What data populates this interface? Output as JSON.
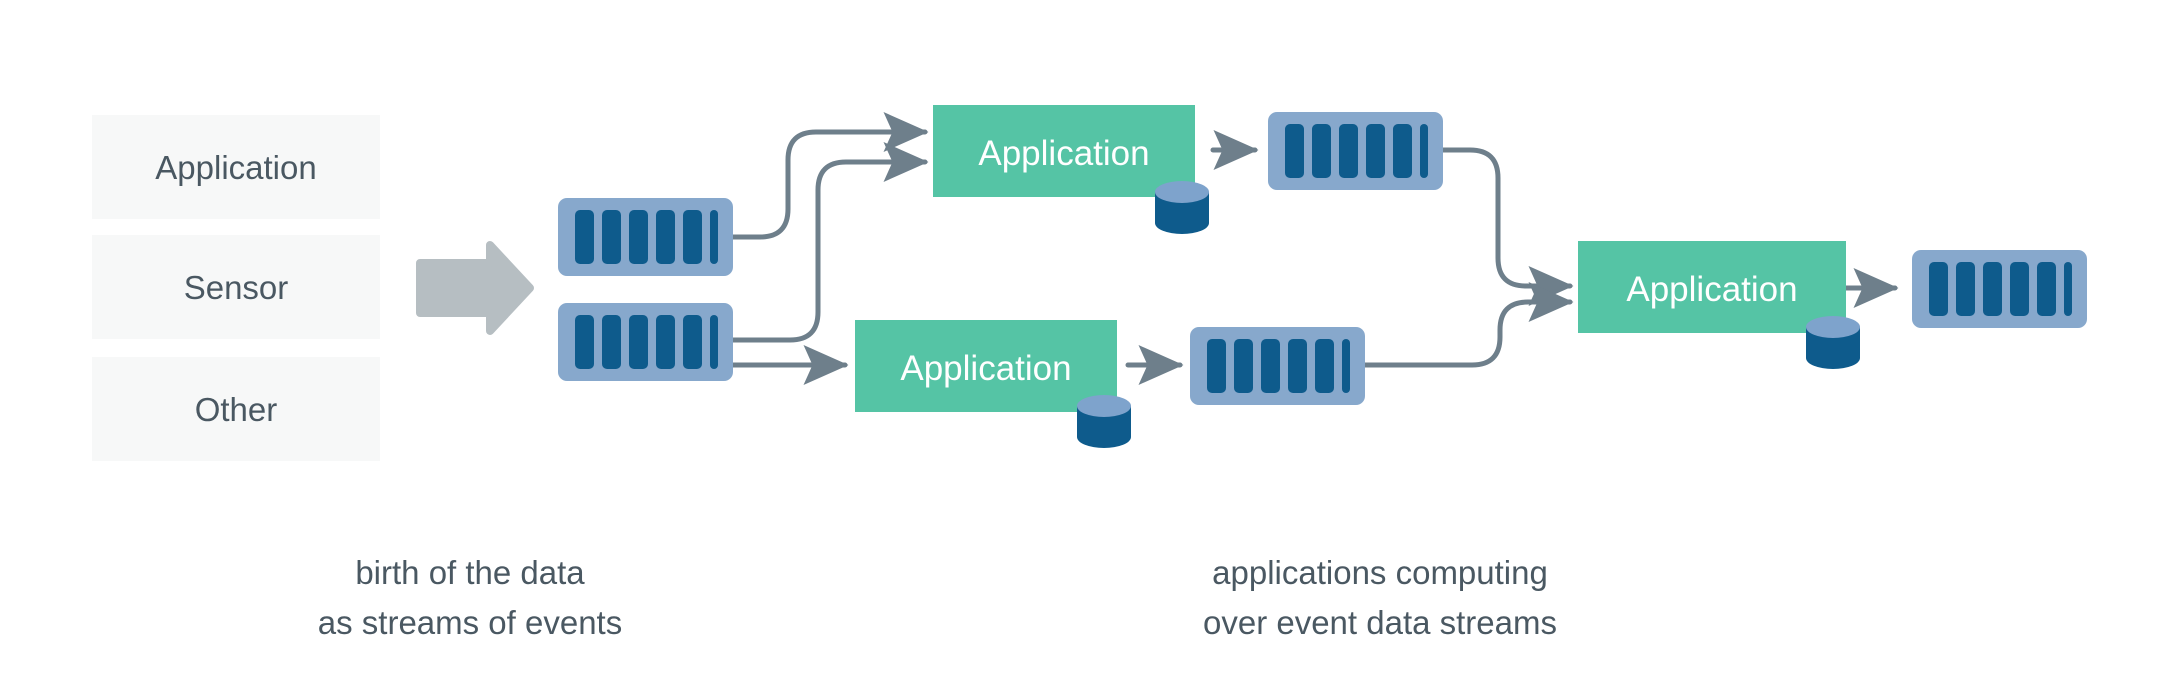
{
  "diagram": {
    "title": "birth of the data as streams of events; applications computing over event data streams",
    "palette": {
      "background": "#ffffff",
      "source_box_fill": "#f7f8f8",
      "text_dark": "#4a5862",
      "big_arrow_gray": "#b6bec2",
      "connector_gray": "#6e7f8b",
      "stream_outer_blue": "#87a8cc",
      "stream_bar_blue": "#0e5b8c",
      "app_green": "#55c4a5",
      "app_text": "#ffffff",
      "db_body": "#0e5b8c",
      "db_top": "#7ea3cc"
    },
    "sources": {
      "name": "event-sources",
      "items": [
        {
          "id": "source-application",
          "label": "Application"
        },
        {
          "id": "source-sensor",
          "label": "Sensor"
        },
        {
          "id": "source-other",
          "label": "Other"
        }
      ]
    },
    "ingest_arrow": {
      "name": "ingest-arrow",
      "icon": "right-arrow-icon"
    },
    "streams": [
      {
        "id": "stream-source-top",
        "icon": "event-stream-icon",
        "bars": 6
      },
      {
        "id": "stream-source-bottom",
        "icon": "event-stream-icon",
        "bars": 6
      },
      {
        "id": "stream-app-top-output",
        "icon": "event-stream-icon",
        "bars": 6
      },
      {
        "id": "stream-app-middle-output",
        "icon": "event-stream-icon",
        "bars": 6
      },
      {
        "id": "stream-app-final-output",
        "icon": "event-stream-icon",
        "bars": 6
      }
    ],
    "applications": [
      {
        "id": "app-top",
        "label": "Application",
        "store_icon": "database-cylinder-icon"
      },
      {
        "id": "app-middle",
        "label": "Application",
        "store_icon": "database-cylinder-icon"
      },
      {
        "id": "app-final",
        "label": "Application",
        "store_icon": "database-cylinder-icon"
      }
    ],
    "captions": [
      {
        "id": "caption-left",
        "lines": [
          "birth of the data",
          "as streams of events"
        ]
      },
      {
        "id": "caption-right",
        "lines": [
          "applications computing",
          "over event data streams"
        ]
      }
    ]
  }
}
